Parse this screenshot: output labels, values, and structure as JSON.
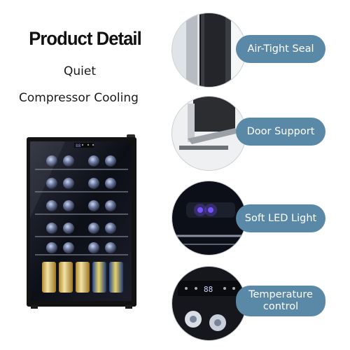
{
  "header": {
    "title": "Product Detail",
    "line1": "Quiet",
    "line2": "Compressor Cooling"
  },
  "features": [
    {
      "label": "Air-Tight Seal",
      "icon": "door-seal-icon"
    },
    {
      "label": "Door Support",
      "icon": "hinge-icon"
    },
    {
      "label": "Soft LED Light",
      "icon": "led-light-icon"
    },
    {
      "label": "Temperature control",
      "icon": "control-panel-icon"
    }
  ],
  "colors": {
    "pill": "#5a88a7",
    "led": "#6f4cff"
  }
}
